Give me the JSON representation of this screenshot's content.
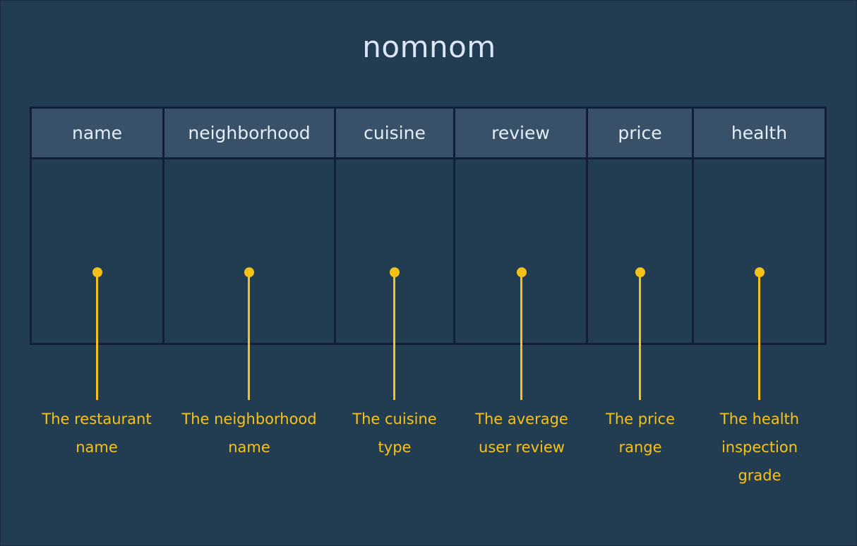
{
  "title": "nomnom",
  "columns": [
    {
      "header": "name",
      "description": [
        "The restaurant",
        "name"
      ]
    },
    {
      "header": "neighborhood",
      "description": [
        "The neighborhood",
        "name"
      ]
    },
    {
      "header": "cuisine",
      "description": [
        "The cuisine",
        "type"
      ]
    },
    {
      "header": "review",
      "description": [
        "The average",
        "user review"
      ]
    },
    {
      "header": "price",
      "description": [
        "The price",
        "range"
      ]
    },
    {
      "header": "health",
      "description": [
        "The health",
        "inspection",
        "grade"
      ]
    }
  ],
  "colors": {
    "background": "#223d52",
    "grid": "#121f3b",
    "header_fill": "#385168",
    "title_text": "#dce6f7",
    "header_text": "#e6edf7",
    "annotation": "#f5c21a"
  }
}
